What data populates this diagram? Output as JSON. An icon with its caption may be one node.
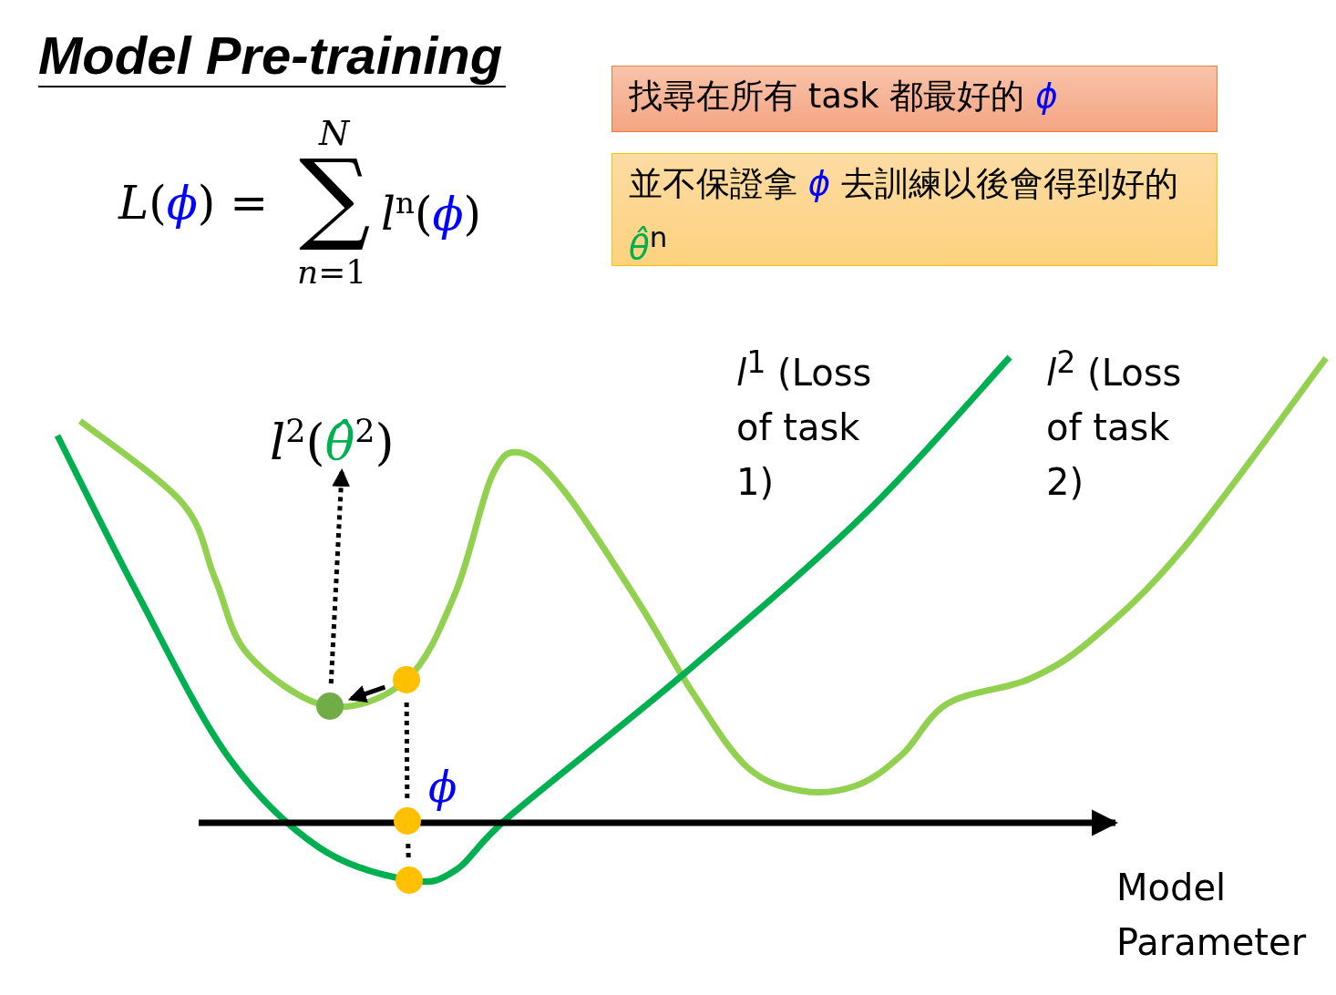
{
  "diagram": {
    "title": "Model Pre-training",
    "nodes": [
      {
        "text": [
          "找尋在所有 task 都最好的 *ϕ*"
        ]
      },
      {
        "text": [
          "並不保證拿 *ϕ* 去訓練以後會得到好的 *θ̂*$^{n}$"
        ]
      },
      {
        "text": [
          "*l*$^{2}$(*θ̂*$^{2}$)"
        ]
      },
      {
        "text": [],
        "shape": "circle"
      },
      {
        "text": [],
        "shape": "circle"
      },
      {
        "text": [],
        "shape": "circle"
      },
      {
        "text": [],
        "shape": "circle"
      }
    ],
    "edges": [
      {
        "from": 3,
        "to": 2,
        "arrow": "to",
        "style": "dashed"
      },
      {
        "from": 4,
        "to": 3,
        "arrow": "to"
      },
      {
        "from": 4,
        "to": 5,
        "arrow": "none",
        "style": "dashed"
      },
      {
        "from": 5,
        "to": 6,
        "arrow": "none",
        "style": "dashed"
      }
    ],
    "labels": [
      "N",
      "*L*(*ϕ*) =",
      "∑",
      "*l*$^{n}$(*ϕ*)",
      "*n*=1",
      "*l*$^{1}$ (Loss of task 1)",
      "*l*$^{2}$ (Loss of task 2)",
      "*ϕ*",
      "Model Parameter"
    ]
  }
}
